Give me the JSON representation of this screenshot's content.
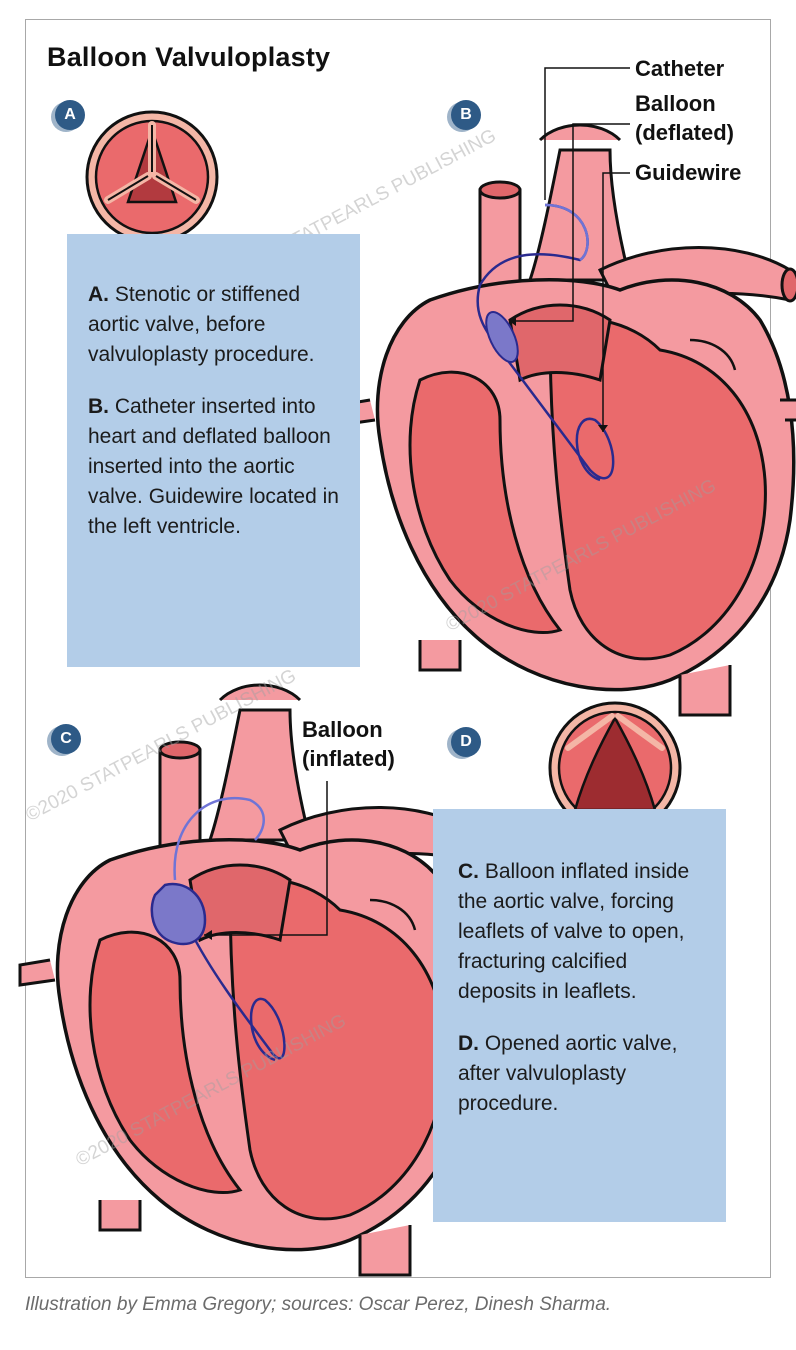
{
  "title": "Balloon Valvuloplasty",
  "badges": {
    "a": "A",
    "b": "B",
    "c": "C",
    "d": "D"
  },
  "labels": {
    "catheter": "Catheter",
    "balloon_deflated_1": "Balloon",
    "balloon_deflated_2": "(deflated)",
    "guidewire": "Guidewire",
    "balloon_inflated_1": "Balloon",
    "balloon_inflated_2": "(inflated)"
  },
  "panel_top": {
    "a_key": "A.",
    "a_text": " Stenotic or stiffened aortic valve, before valvuloplasty procedure.",
    "b_key": "B.",
    "b_text": " Catheter inserted into heart and deflated balloon inserted into the aortic valve. Guidewire located in the left ventricle."
  },
  "panel_bottom": {
    "c_key": "C.",
    "c_text": "  Balloon inflated inside the aortic valve, forcing leaflets of valve to open, fracturing calcified deposits in leaflets.",
    "d_key": "D.",
    "d_text": " Opened aortic valve, after valvuloplasty procedure."
  },
  "watermark": "©2020 STATPEARLS PUBLISHING",
  "credit": "Illustration by Emma Gregory; sources: Oscar Perez, Dinesh Sharma.",
  "colors": {
    "heart_light": "#f49aa0",
    "heart_mid": "#ea6a6c",
    "heart_dark": "#9d2c30",
    "box_blue": "#b3cde8",
    "badge_blue": "#2e5a86",
    "wire": "#2a2a8e",
    "balloon": "#7b78c9"
  }
}
